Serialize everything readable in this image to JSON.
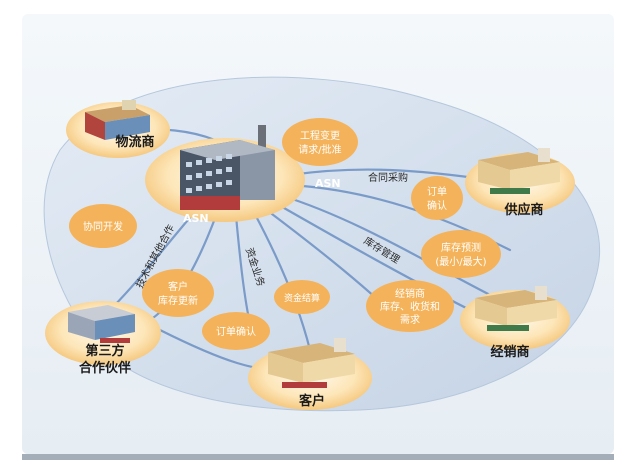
{
  "hub": {
    "asn_right": "ASN",
    "asn_left": "ASN"
  },
  "nodes": {
    "logistics": "物流商",
    "supplier": "供应商",
    "distributor": "经销商",
    "customer": "客户",
    "third_party_line1": "第三方",
    "third_party_line2": "合作伙伴"
  },
  "bubbles": {
    "engineering_line1": "工程变更",
    "engineering_line2": "请求/批准",
    "order_confirm_line1": "订单",
    "order_confirm_line2": "确认",
    "coop_dev": "协同开发",
    "customer_inv_line1": "客户",
    "customer_inv_line2": "库存更新",
    "inv_forecast_line1": "库存预测",
    "inv_forecast_line2": "(最小/最大)",
    "distributor_inv_line1": "经销商",
    "distributor_inv_line2": "库存、收货和",
    "distributor_inv_line3": "需求",
    "fund_settle": "资金结算",
    "order_confirm2": "订单确认"
  },
  "flows": {
    "contract_purchase": "合同采购",
    "inventory_mgmt": "库存管理",
    "fund_business": "资金业务",
    "tech_other": "技术和其他合作"
  },
  "colors": {
    "bubble": "#f4b35a",
    "bubble_text": "#ffffff",
    "disc": "#d6e1ee",
    "flow_line": "#6b8fc2",
    "pedestal": "#f7c97a"
  }
}
